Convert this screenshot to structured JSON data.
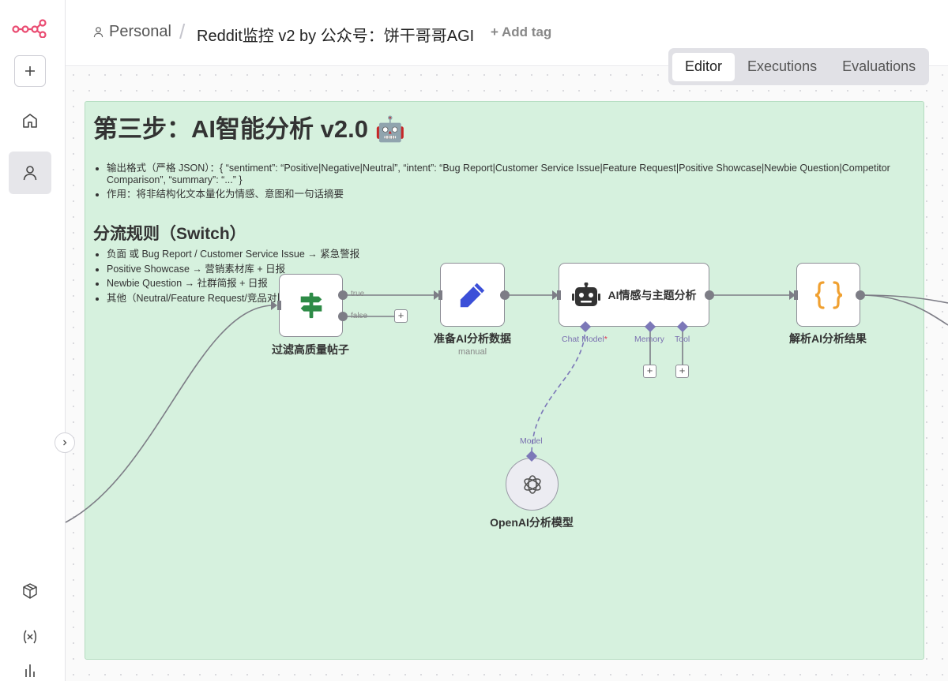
{
  "sidebar": {
    "logo_icon": "n8n-logo-icon",
    "items": [
      "add-icon",
      "home-icon",
      "user-icon",
      "templates-icon",
      "variables-icon"
    ]
  },
  "header": {
    "project": "Personal",
    "separator": "/",
    "workflow_name": "Reddit监控 v2 by 公众号：饼干哥哥AGI",
    "add_tag": "+ Add tag"
  },
  "tabs": [
    {
      "label": "Editor",
      "active": true
    },
    {
      "label": "Executions",
      "active": false
    },
    {
      "label": "Evaluations",
      "active": false
    }
  ],
  "sticky_note": {
    "title": "第三步：AI智能分析 v2.0 🤖",
    "bullets": [
      "输出格式（严格 JSON）：{ “sentiment”: “Positive|Negative|Neutral”, “intent”: “Bug Report|Customer Service Issue|Feature Request|Positive Showcase|Newbie Question|Competitor Comparison”, “summary”: “...” }",
      "作用：将非结构化文本量化为情感、意图和一句话摘要"
    ],
    "subtitle": "分流规则（Switch）",
    "rules": [
      "负面 或 Bug Report / Customer Service Issue → 紧急警报",
      "Positive Showcase → 营销素材库 + 日报",
      "Newbie Question → 社群简报 + 日报",
      "其他（Neutral/Feature Request/竞品对比）→ 仅存档"
    ]
  },
  "nodes": {
    "filter": {
      "label": "过滤高质量帖子",
      "icon": "signpost-icon",
      "true_label": "true",
      "false_label": "false"
    },
    "prepare": {
      "label": "准备AI分析数据",
      "sublabel": "manual",
      "icon": "pencil-icon"
    },
    "agent": {
      "label": "AI情感与主题分析",
      "icon": "robot-icon",
      "ports": {
        "chat_model": "Chat Model",
        "required_mark": "*",
        "memory": "Memory",
        "tool": "Tool"
      }
    },
    "parse": {
      "label": "解析AI分析结果",
      "icon": "braces-icon"
    },
    "model": {
      "label": "OpenAI分析模型",
      "icon": "openai-icon",
      "port": "Model"
    }
  },
  "colors": {
    "sticky_bg": "#d6f1de",
    "filter_icon": "#2e8b47",
    "pencil_icon": "#3b4fd8",
    "braces_icon": "#f0a030",
    "ai_port": "#7c78b8",
    "brand": "#ea4b71"
  }
}
